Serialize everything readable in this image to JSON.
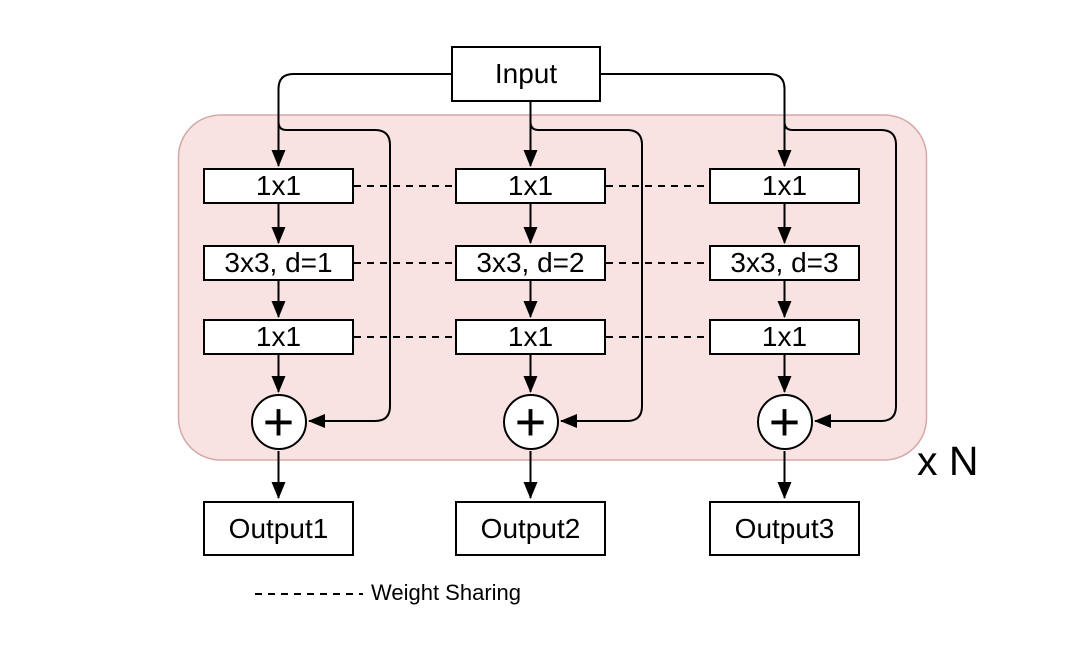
{
  "diagram": {
    "input_label": "Input",
    "repeat_label": "x N",
    "plus_label": "+",
    "legend_label": "Weight Sharing",
    "columns": [
      {
        "blocks": [
          "1x1",
          "3x3, d=1",
          "1x1"
        ],
        "output_label": "Output1"
      },
      {
        "blocks": [
          "1x1",
          "3x3, d=2",
          "1x1"
        ],
        "output_label": "Output2"
      },
      {
        "blocks": [
          "1x1",
          "3x3, d=3",
          "1x1"
        ],
        "output_label": "Output3"
      }
    ],
    "colors": {
      "region_fill": "#f8e2e2",
      "region_stroke": "#d6a8a8",
      "line": "#000000",
      "node_fill": "#ffffff"
    }
  }
}
